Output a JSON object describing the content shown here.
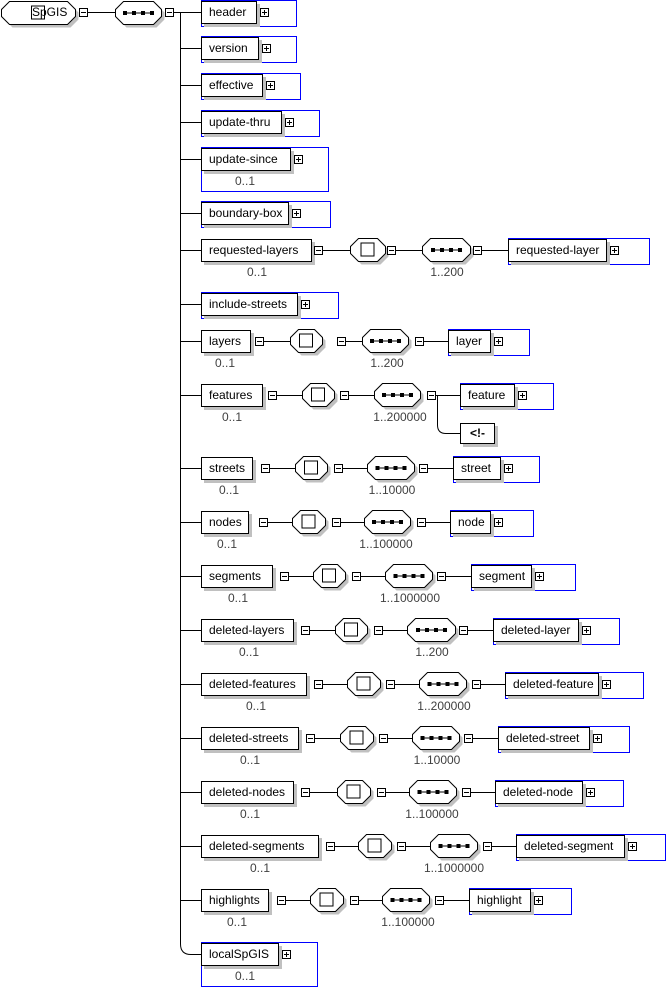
{
  "root": {
    "label": "SpGIS"
  },
  "comment_label": "<!-",
  "elements": [
    {
      "label": "header"
    },
    {
      "label": "version"
    },
    {
      "label": "effective"
    },
    {
      "label": "update-thru"
    },
    {
      "label": "update-since",
      "occurs": "0..1"
    },
    {
      "label": "boundary-box"
    },
    {
      "label": "requested-layers",
      "occurs": "0..1",
      "seq_occurs": "1..200",
      "child": "requested-layer"
    },
    {
      "label": "include-streets"
    },
    {
      "label": "layers",
      "occurs": "0..1",
      "seq_occurs": "1..200",
      "child": "layer"
    },
    {
      "label": "features",
      "occurs": "0..1",
      "seq_occurs": "1..200000",
      "child": "feature"
    },
    {
      "label": "streets",
      "occurs": "0..1",
      "seq_occurs": "1..10000",
      "child": "street"
    },
    {
      "label": "nodes",
      "occurs": "0..1",
      "seq_occurs": "1..100000",
      "child": "node"
    },
    {
      "label": "segments",
      "occurs": "0..1",
      "seq_occurs": "1..1000000",
      "child": "segment"
    },
    {
      "label": "deleted-layers",
      "occurs": "0..1",
      "seq_occurs": "1..200",
      "child": "deleted-layer"
    },
    {
      "label": "deleted-features",
      "occurs": "0..1",
      "seq_occurs": "1..200000",
      "child": "deleted-feature"
    },
    {
      "label": "deleted-streets",
      "occurs": "0..1",
      "seq_occurs": "1..10000",
      "child": "deleted-street"
    },
    {
      "label": "deleted-nodes",
      "occurs": "0..1",
      "seq_occurs": "1..100000",
      "child": "deleted-node"
    },
    {
      "label": "deleted-segments",
      "occurs": "0..1",
      "seq_occurs": "1..1000000",
      "child": "deleted-segment"
    },
    {
      "label": "highlights",
      "occurs": "0..1",
      "seq_occurs": "1..100000",
      "child": "highlight"
    },
    {
      "label": "localSpGIS",
      "occurs": "0..1"
    }
  ]
}
